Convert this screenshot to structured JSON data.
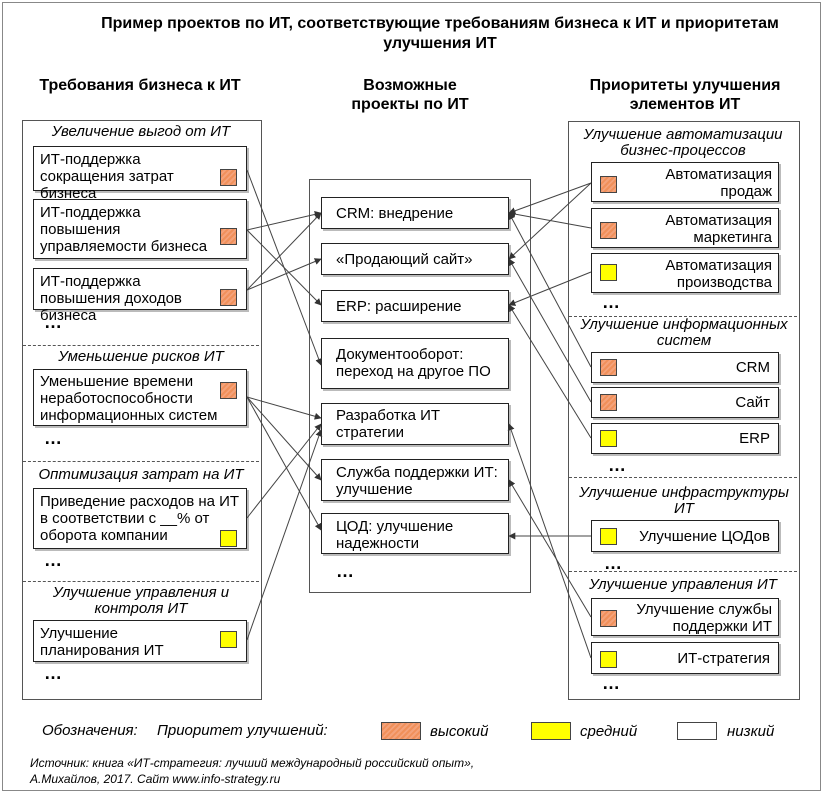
{
  "title": "Пример проектов по ИТ, соответствующие требованиям бизнеса к ИТ и приоритетам улучшения ИТ",
  "columns": {
    "left": "Требования бизнеса к ИТ",
    "middle": "Возможные проекты по ИТ",
    "right": "Приоритеты улучшения элементов ИТ"
  },
  "left_sections": [
    {
      "title": "Увеличение выгод от ИТ",
      "items": [
        {
          "text": "ИТ-поддержка сокращения затрат бизнеса",
          "priority": "high"
        },
        {
          "text": "ИТ-поддержка повышения управляемости бизнеса",
          "priority": "high"
        },
        {
          "text": "ИТ-поддержка повышения доходов бизнеса",
          "priority": "high"
        }
      ]
    },
    {
      "title": "Уменьшение рисков ИТ",
      "items": [
        {
          "text": "Уменьшение времени неработоспособности информационных систем",
          "priority": "high"
        }
      ]
    },
    {
      "title": "Оптимизация затрат на ИТ",
      "items": [
        {
          "text": "Приведение расходов на ИТ в соответствии с __% от оборота компании",
          "priority": "medium"
        }
      ]
    },
    {
      "title": "Улучшение управления и контроля ИТ",
      "items": [
        {
          "text": "Улучшение планирования ИТ",
          "priority": "medium"
        }
      ]
    }
  ],
  "projects": [
    "CRM: внедрение",
    "«Продающий сайт»",
    "ERP: расширение",
    "Документооборот: переход на другое ПО",
    "Разработка ИТ стратегии",
    "Служба поддержки ИТ: улучшение",
    "ЦОД: улучшение надежности"
  ],
  "right_sections": [
    {
      "title": "Улучшение автоматизации бизнес-процессов",
      "items": [
        {
          "text": "Автоматизация продаж",
          "priority": "high"
        },
        {
          "text": "Автоматизация маркетинга",
          "priority": "high"
        },
        {
          "text": "Автоматизация производства",
          "priority": "medium"
        }
      ]
    },
    {
      "title": "Улучшение информационных систем",
      "items": [
        {
          "text": "CRM",
          "priority": "high"
        },
        {
          "text": "Сайт",
          "priority": "high"
        },
        {
          "text": "ERP",
          "priority": "medium"
        }
      ]
    },
    {
      "title": "Улучшение инфраструктуры ИТ",
      "items": [
        {
          "text": "Улучшение ЦОДов",
          "priority": "medium"
        }
      ]
    },
    {
      "title": "Улучшение управления ИТ",
      "items": [
        {
          "text": "Улучшение службы поддержки ИТ",
          "priority": "high"
        },
        {
          "text": "ИТ-стратегия",
          "priority": "medium"
        }
      ]
    }
  ],
  "ellipsis": "…",
  "legend": {
    "label": "Обозначения:",
    "priority_label": "Приоритет улучшений:",
    "high": "высокий",
    "medium": "средний",
    "low": "низкий"
  },
  "source": "Источник: книга «ИТ-стратегия: лучший международный российский опыт», А.Михайлов, 2017.   Сайт www.info-strategy.ru",
  "colors": {
    "high": "#f4a27a",
    "medium": "#ffff00",
    "low": "#ffffff"
  }
}
